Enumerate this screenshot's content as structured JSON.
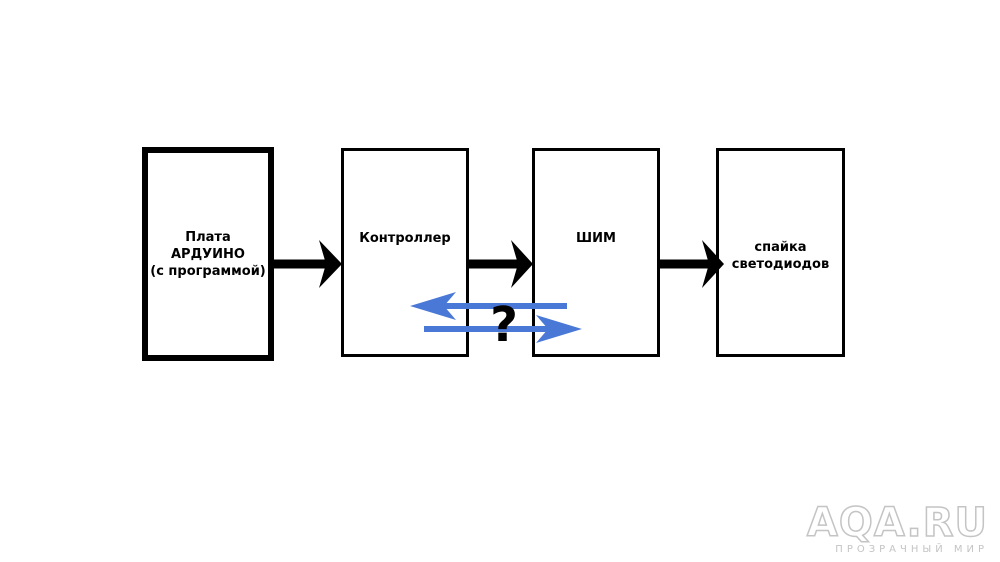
{
  "blocks": {
    "arduino": "Плата\nАРДУИНО\n(с программой)",
    "controller": "Контроллер",
    "pwm": "ШИМ",
    "leds": "спайка\nсветодиодов"
  },
  "question_mark": "?",
  "watermark": {
    "logo": "AQA.RU",
    "subtitle": "ПРОЗРАЧНЫЙ МИР"
  },
  "colors": {
    "flow_arrow": "#000000",
    "bidirectional_arrow": "#4a78d6"
  }
}
